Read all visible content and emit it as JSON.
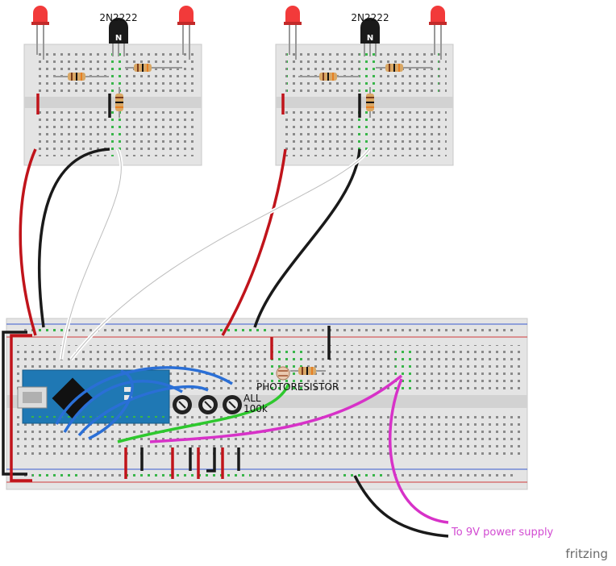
{
  "labels": {
    "transistor_left": "2N2222",
    "transistor_right": "2N2222",
    "transistor_mark": "N",
    "photoresistor": "PHOTORESISTOR",
    "pots_line1": "ALL",
    "pots_line2": "100k",
    "power_supply": "To 9V power supply",
    "brand": "fritzing"
  },
  "colors": {
    "wire_red": "#c0141b",
    "wire_black": "#1a1a1a",
    "wire_white": "#f4f4f4",
    "wire_blue": "#2a6fd6",
    "wire_green": "#2ec82e",
    "wire_magenta": "#d732c8",
    "led_red": "#f23a3a",
    "arduino_board": "#1f78b4",
    "power_text": "#d24bd2",
    "breadboard": "#e4e4e4"
  }
}
